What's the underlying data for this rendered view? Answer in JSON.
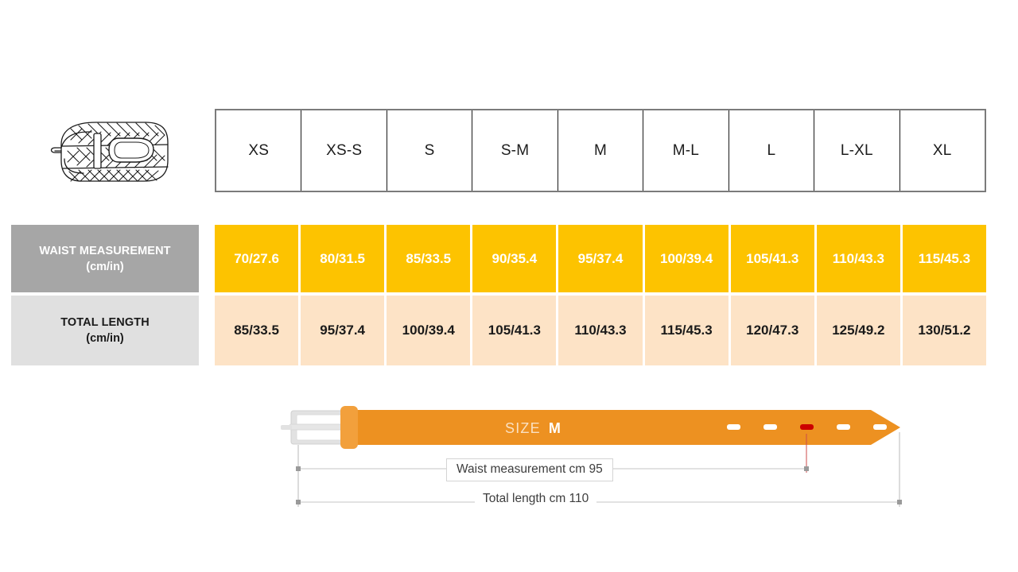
{
  "product": {
    "icon_name": "woven-belt-illustration"
  },
  "size_table": {
    "sizes": [
      "XS",
      "XS-S",
      "S",
      "S-M",
      "M",
      "M-L",
      "L",
      "L-XL",
      "XL"
    ],
    "rows": [
      {
        "label_line1": "WAIST MEASUREMENT",
        "label_line2": "(cm/in)",
        "values": [
          "70/27.6",
          "80/31.5",
          "85/33.5",
          "90/35.4",
          "95/37.4",
          "100/39.4",
          "105/41.3",
          "110/43.3",
          "115/45.3"
        ]
      },
      {
        "label_line1": "TOTAL LENGTH",
        "label_line2": "(cm/in)",
        "values": [
          "85/33.5",
          "95/37.4",
          "100/39.4",
          "105/41.3",
          "110/43.3",
          "115/45.3",
          "120/47.3",
          "125/49.2",
          "130/51.2"
        ]
      }
    ]
  },
  "belt_diagram": {
    "size_word": "SIZE",
    "size_value": "M",
    "waist_dimension_label": "Waist measurement cm 95",
    "total_length_label": "Total length cm 110",
    "holes_total": 5,
    "highlighted_hole_index": 3
  },
  "colors": {
    "waist_row_bg": "#fdc300",
    "length_row_bg": "#fde3c6",
    "waist_label_bg": "#a6a6a6",
    "length_label_bg": "#e0e0e0",
    "belt_body": "#ed9121",
    "belt_loop": "#f2a03c",
    "buckle": "#e2e2e2",
    "highlight_hole": "#cc0000",
    "table_border": "#7b7b7b"
  }
}
